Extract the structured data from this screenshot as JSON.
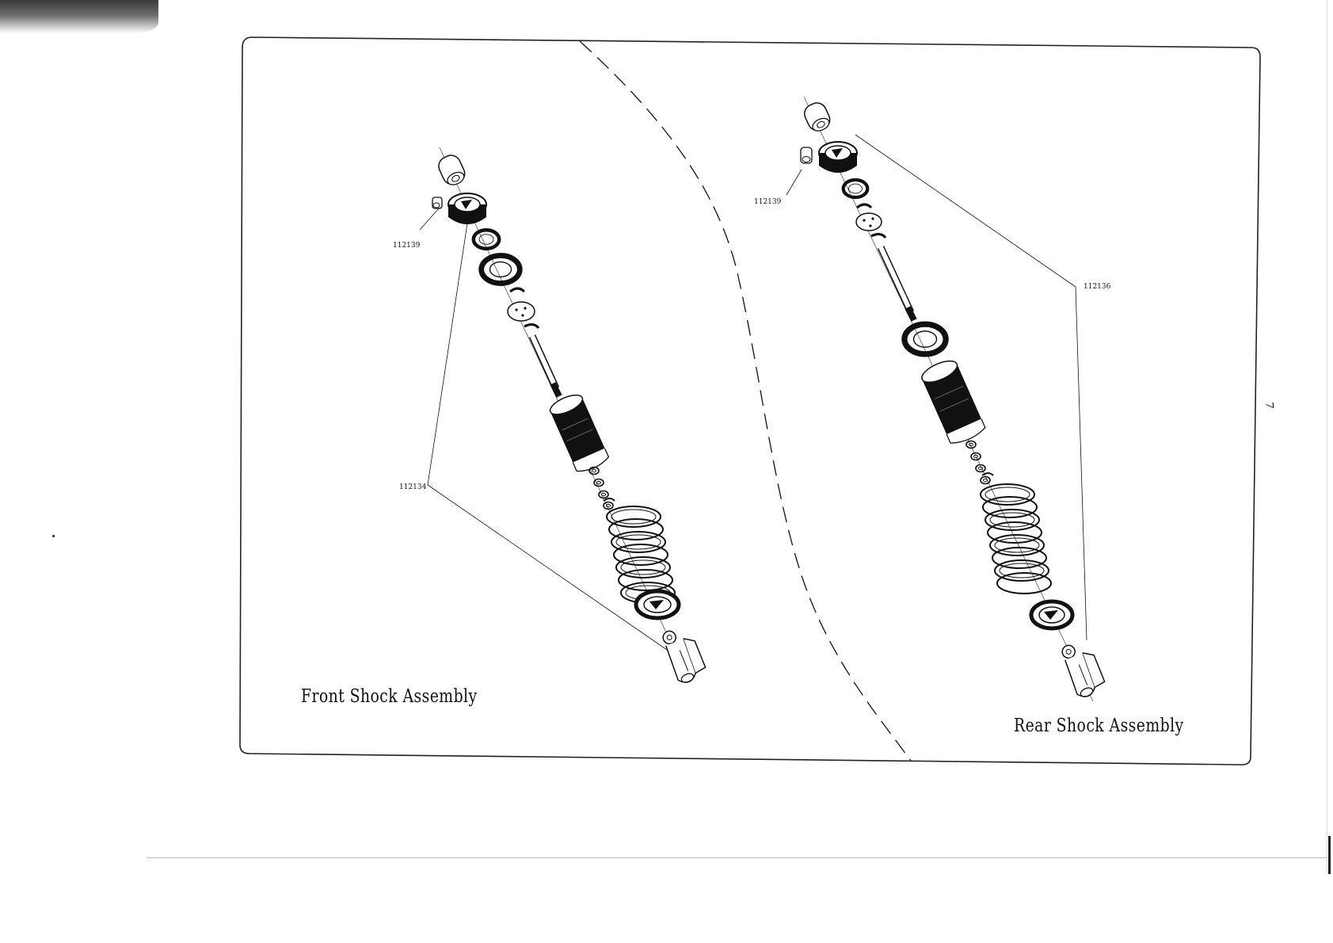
{
  "diagram": {
    "front": {
      "title": "Front Shock Assembly",
      "labels": {
        "small_part": "112139",
        "assembly": "112134"
      }
    },
    "rear": {
      "title": "Rear Shock Assembly",
      "labels": {
        "small_part": "112139",
        "assembly": "112136"
      }
    }
  },
  "page_number": "7",
  "colors": {
    "ink": "#111111",
    "paper": "#ffffff"
  }
}
